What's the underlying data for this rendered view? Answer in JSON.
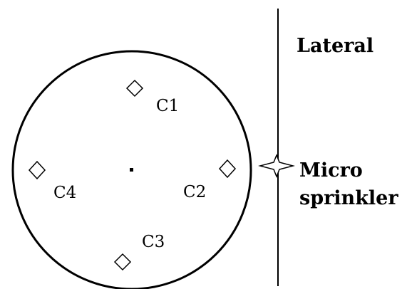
{
  "diagram": {
    "labels": {
      "c1": "C1",
      "c2": "C2",
      "c3": "C3",
      "c4": "C4",
      "lateral": "Lateral",
      "micro": "Micro",
      "sprinkler": "sprinkler"
    },
    "icons": {
      "container_marker": "diamond-icon",
      "sprinkler_marker": "four-point-star-icon",
      "center_marker": "dot-icon"
    },
    "colors": {
      "stroke": "#000000",
      "background": "#ffffff"
    }
  }
}
